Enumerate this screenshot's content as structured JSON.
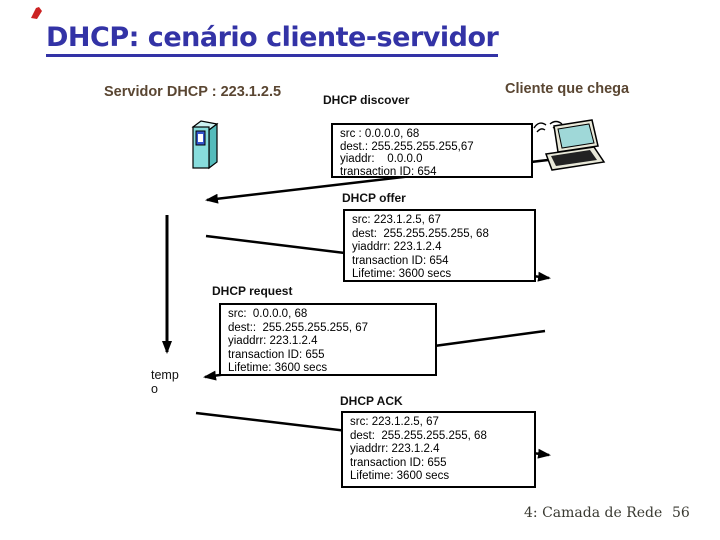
{
  "slide": {
    "title": "DHCP: cenário cliente-servidor",
    "footer_section": "4: Camada de Rede",
    "footer_page": "56"
  },
  "header": {
    "server_label": "Servidor DHCP : 223.1.2.5",
    "client_label": "Cliente que chega"
  },
  "timeline": {
    "time_label_lines": [
      "temp",
      "o"
    ]
  },
  "messages": [
    {
      "label": "DHCP discover",
      "direction": "client-to-server",
      "fields": [
        "src : 0.0.0.0, 68",
        "dest.: 255.255.255.255,67",
        "yiaddr:    0.0.0.0",
        "transaction ID: 654"
      ]
    },
    {
      "label": "DHCP offer",
      "direction": "server-to-client",
      "fields": [
        "src: 223.1.2.5, 67",
        "dest:  255.255.255.255, 68",
        "yiaddrr: 223.1.2.4",
        "transaction ID: 654",
        "Lifetime: 3600 secs"
      ]
    },
    {
      "label": "DHCP request",
      "direction": "client-to-server",
      "fields": [
        "src:  0.0.0.0, 68",
        "dest::  255.255.255.255, 67",
        "yiaddrr: 223.1.2.4",
        "transaction ID: 655",
        "Lifetime: 3600 secs"
      ]
    },
    {
      "label": "DHCP ACK",
      "direction": "server-to-client",
      "fields": [
        "src: 223.1.2.5, 67",
        "dest:  255.255.255.255, 68",
        "yiaddrr: 223.1.2.4",
        "transaction ID: 655",
        "Lifetime: 3600 secs"
      ]
    }
  ],
  "icons": {
    "server": "server-tower-icon",
    "client": "laptop-wireless-icon",
    "corner": "red-corner-mark"
  },
  "colors": {
    "title_blue": "#3333a6",
    "heading_brown": "#5a4632",
    "accent_red": "#cc2222",
    "icon_teal": "#88dddd",
    "line_black": "#000000"
  }
}
